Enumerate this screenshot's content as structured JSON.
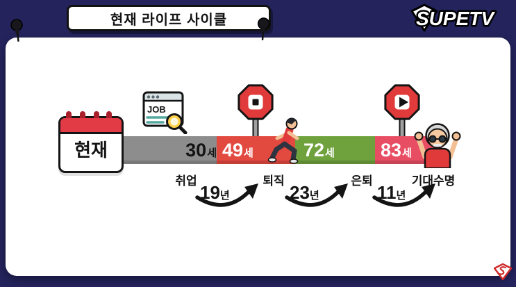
{
  "colors": {
    "background": "#24235c",
    "segment_gray": "#8d8d8d",
    "segment_red": "#e2493f",
    "segment_green": "#6fa23d",
    "segment_pink": "#e84e63",
    "calendar_red": "#e23b45",
    "sign_red": "#e03a3a",
    "figure_red": "#e13a3a",
    "magnifier_yellow": "#ffd24a",
    "watermark_red": "#cf2d2d"
  },
  "header": {
    "title": "현재 라이프 사이클",
    "logo_text": "SUPETV"
  },
  "timeline": {
    "current_label": "현재",
    "segments": [
      {
        "age": "30",
        "age_unit": "세",
        "event": "취업"
      },
      {
        "age": "49",
        "age_unit": "세",
        "event": "퇴직"
      },
      {
        "age": "72",
        "age_unit": "세",
        "event": "은퇴"
      },
      {
        "age": "83",
        "age_unit": "세",
        "event": "기대수명"
      }
    ],
    "durations": [
      {
        "value": "19",
        "unit": "년"
      },
      {
        "value": "23",
        "unit": "년"
      },
      {
        "value": "11",
        "unit": "년"
      }
    ]
  },
  "icons": {
    "job_window_label": "JOB"
  }
}
